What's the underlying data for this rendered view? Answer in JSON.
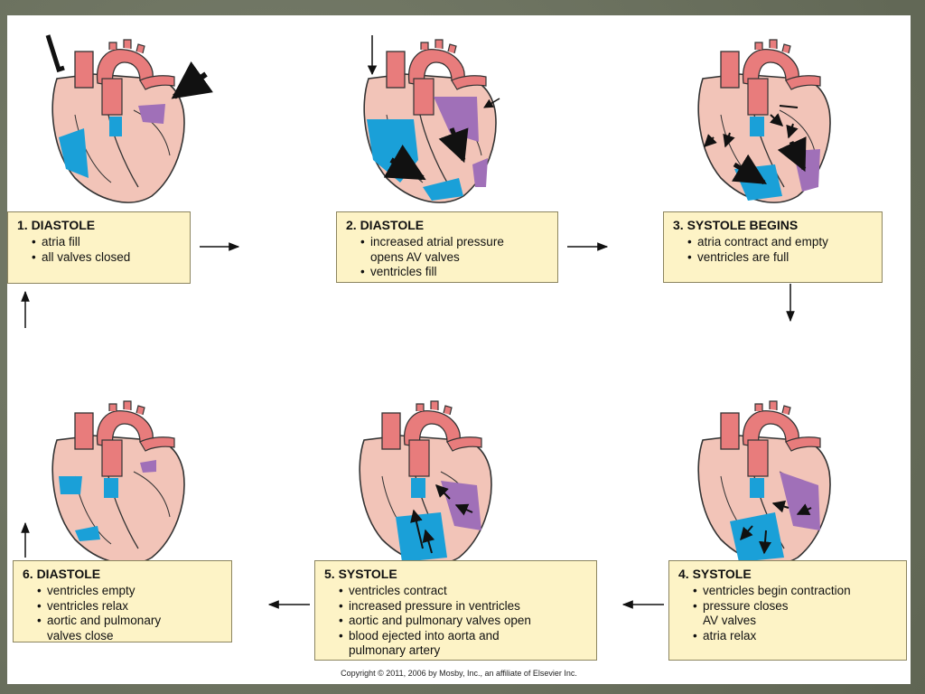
{
  "steps": [
    {
      "title": "1.  DIASTOLE",
      "items": [
        "atria fill",
        "all valves closed"
      ]
    },
    {
      "title": "2.  DIASTOLE",
      "items": [
        "increased atrial pressure",
        "opens AV valves",
        "ventricles fill"
      ]
    },
    {
      "title": "3.  SYSTOLE BEGINS",
      "items": [
        "atria contract and empty",
        "ventricles are full"
      ]
    },
    {
      "title": "4.  SYSTOLE",
      "items": [
        "ventricles begin contraction",
        "pressure closes",
        "AV valves",
        "atria relax"
      ]
    },
    {
      "title": "5.  SYSTOLE",
      "items": [
        "ventricles contract",
        "increased pressure in ventricles",
        "aortic and pulmonary valves open",
        "blood ejected into aorta and",
        "pulmonary artery"
      ]
    },
    {
      "title": "6.  DIASTOLE",
      "items": [
        "ventricles empty",
        "ventricles relax",
        "aortic and pulmonary",
        "valves close"
      ]
    }
  ],
  "copyright": "Copyright © 2011, 2006 by Mosby, Inc., an affiliate of Elsevier Inc.",
  "colors": {
    "box_fill": "#fdf3c6",
    "heart_tissue": "#f2c4b8",
    "vessels": "#e87c7c",
    "deoxygenated_blood": "#1aa0d8",
    "oxygenated_blood": "#a070b8"
  }
}
